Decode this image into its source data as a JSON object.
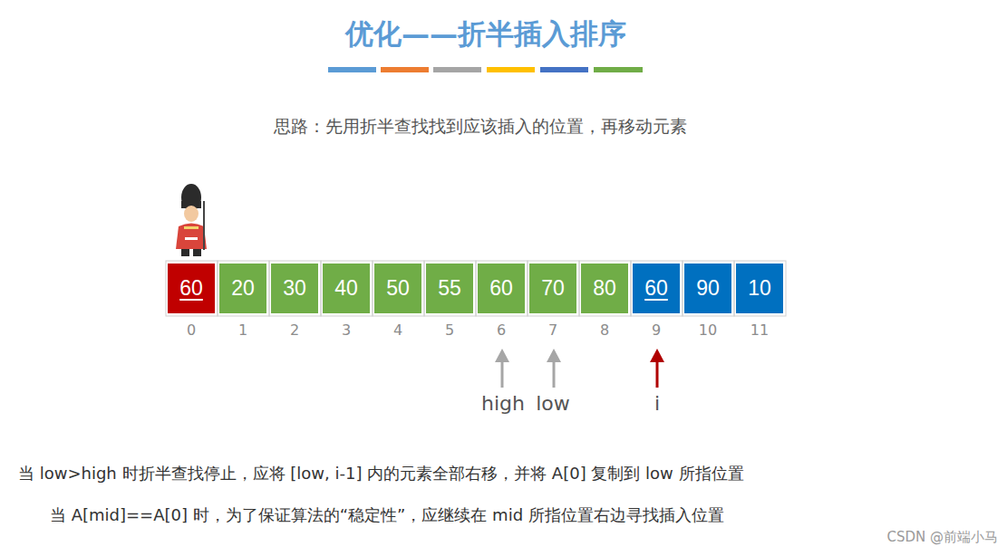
{
  "diagram": {
    "title": "优化——折半插入排序",
    "nodes": [
      {
        "text": [
          "60"
        ]
      },
      {
        "text": [
          "20"
        ]
      },
      {
        "text": [
          "30"
        ]
      },
      {
        "text": [
          "40"
        ]
      },
      {
        "text": [
          "50"
        ]
      },
      {
        "text": [
          "55"
        ]
      },
      {
        "text": [
          "60"
        ]
      },
      {
        "text": [
          "70"
        ]
      },
      {
        "text": [
          "80"
        ]
      },
      {
        "text": [
          "60"
        ]
      },
      {
        "text": [
          "90"
        ]
      },
      {
        "text": [
          "10"
        ]
      }
    ],
    "labels": [
      "思路：先用折半查找找到应该插入的位置，再移动元素",
      "0",
      "1",
      "2",
      "3",
      "4",
      "5",
      "6",
      "7",
      "8",
      "9",
      "10",
      "11",
      "high",
      "low",
      "i",
      "当 low>high 时折半查找停止，应将 [low, i-1] 内的元素全部右移，并将 A[0] 复制到 low 所指位置",
      "当 A[mid]==A[0] 时，为了保证算法的“稳定性”，应继续在 mid 所指位置右边寻找插入位置",
      "CSDN @前端小马"
    ]
  }
}
